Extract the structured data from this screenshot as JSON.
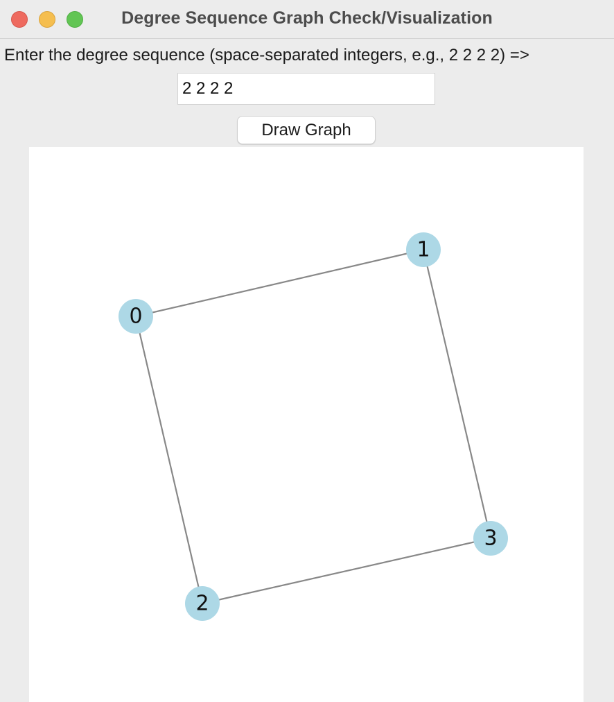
{
  "window": {
    "title": "Degree Sequence Graph Check/Visualization"
  },
  "form": {
    "prompt": "Enter the degree sequence (space-separated integers, e.g., 2 2 2 2) =>",
    "input_value": "2 2 2 2",
    "button_label": "Draw Graph"
  },
  "graph": {
    "node_color": "#add8e6",
    "edge_color": "#888888",
    "nodes": [
      {
        "id": "0",
        "label": "0"
      },
      {
        "id": "1",
        "label": "1"
      },
      {
        "id": "2",
        "label": "2"
      },
      {
        "id": "3",
        "label": "3"
      }
    ],
    "edges": [
      [
        "0",
        "1"
      ],
      [
        "0",
        "2"
      ],
      [
        "1",
        "3"
      ],
      [
        "2",
        "3"
      ]
    ]
  }
}
